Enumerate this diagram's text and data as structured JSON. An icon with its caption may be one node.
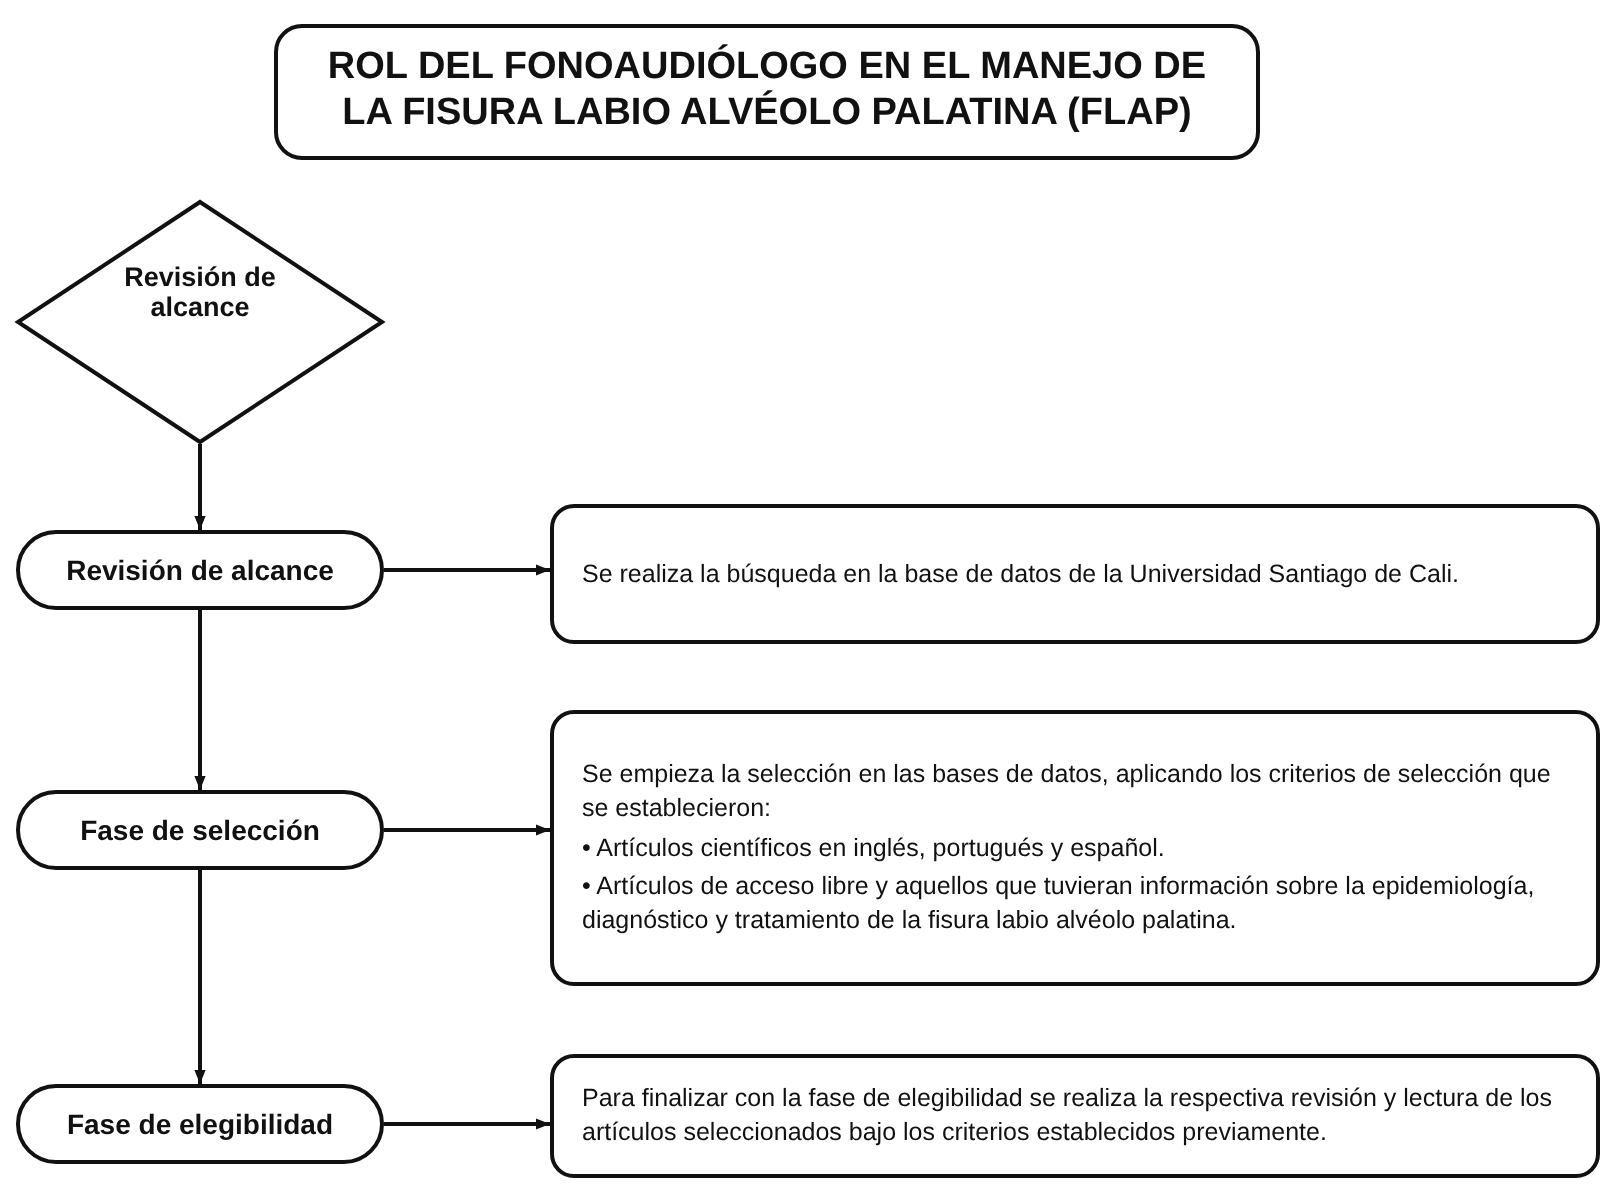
{
  "diagram": {
    "nodes": [
      {
        "text": [
          "ROL DEL FONOAUDIÓLOGO EN EL MANEJO DE LA FISURA LABIO ALVÉOLO PALATINA (FLAP)"
        ]
      },
      {
        "text": [
          "Revisión de alcance"
        ]
      },
      {
        "text": [
          "Revisión de alcance"
        ]
      },
      {
        "text": [
          "Se realiza la búsqueda en la base de datos de la Universidad Santiago de Cali."
        ]
      },
      {
        "text": [
          "Fase de selección"
        ]
      },
      {
        "text": [
          "Se empieza la selección en las bases de datos, aplicando los criterios de selección que se establecieron:",
          "• Artículos científicos en inglés, portugués y español.",
          "• Artículos de acceso libre y aquellos que tuvieran información sobre la epidemiología, diagnóstico y tratamiento de la fisura labio alvéolo palatina."
        ]
      },
      {
        "text": [
          "Fase de elegibilidad"
        ]
      },
      {
        "text": [
          "Para finalizar con la fase de elegibilidad se realiza la respectiva revisión y lectura de los artículos seleccionados bajo los criterios establecidos previamente."
        ]
      }
    ],
    "edges": [
      {
        "from": 1,
        "to": 2,
        "arrow": "to"
      },
      {
        "from": 2,
        "to": 3,
        "arrow": "to"
      },
      {
        "from": 2,
        "to": 4,
        "arrow": "to"
      },
      {
        "from": 4,
        "to": 5,
        "arrow": "to"
      },
      {
        "from": 4,
        "to": 6,
        "arrow": "to"
      },
      {
        "from": 6,
        "to": 7,
        "arrow": "to"
      }
    ]
  }
}
